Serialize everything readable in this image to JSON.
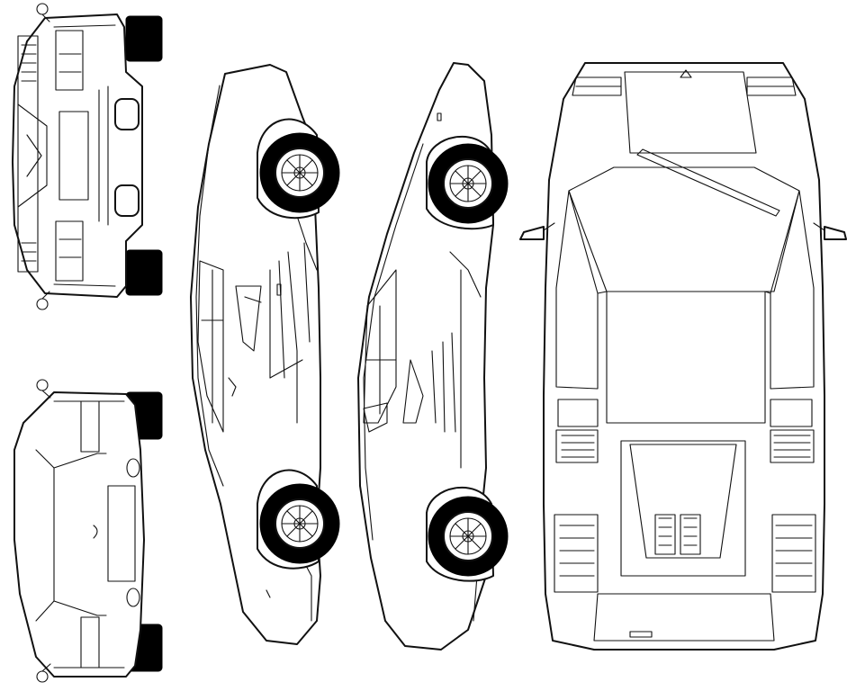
{
  "views": [
    {
      "id": "rear-view"
    },
    {
      "id": "front-view"
    },
    {
      "id": "left-side-view"
    },
    {
      "id": "right-side-view"
    },
    {
      "id": "top-view"
    }
  ],
  "colors": {
    "background": "#ffffff",
    "line": "#111111",
    "tire": "#000000"
  }
}
